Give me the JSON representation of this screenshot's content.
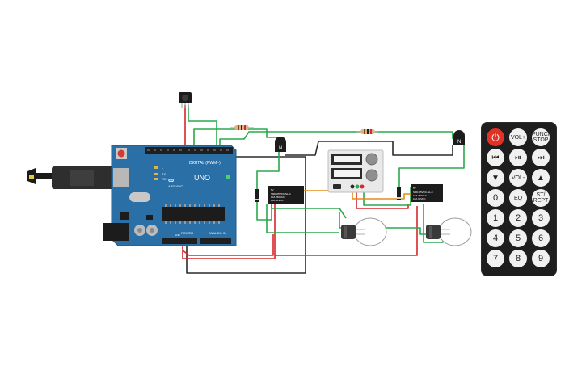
{
  "arduino": {
    "board_name": "UNO",
    "brand": "ARDUINO",
    "header_digital": "DIGITAL (PWM~)",
    "header_power": "POWER",
    "header_analog": "ANALOG IN",
    "led_tx": "TX",
    "led_rx": "RX",
    "led_l": "L",
    "aref": "AREF",
    "gnd": "GND"
  },
  "transistor_label": "N",
  "relay_text": [
    "5V",
    "SRD-05VDC-SL-C",
    "10A 250VAC",
    "10A 30VDC"
  ],
  "remote": {
    "buttons": [
      {
        "label": "⏻",
        "kind": "power"
      },
      {
        "label": "VOL+",
        "kind": "text"
      },
      {
        "label": "FUNC/ STOP",
        "kind": "text"
      },
      {
        "label": "⏮",
        "kind": "sym"
      },
      {
        "label": "⏯",
        "kind": "sym"
      },
      {
        "label": "⏭",
        "kind": "sym"
      },
      {
        "label": "▼",
        "kind": "sym"
      },
      {
        "label": "VOL-",
        "kind": "text"
      },
      {
        "label": "▲",
        "kind": "sym"
      },
      {
        "label": "0",
        "kind": "num"
      },
      {
        "label": "EQ",
        "kind": "text"
      },
      {
        "label": "ST/ REPT",
        "kind": "text"
      },
      {
        "label": "1",
        "kind": "num"
      },
      {
        "label": "2",
        "kind": "num"
      },
      {
        "label": "3",
        "kind": "num"
      },
      {
        "label": "4",
        "kind": "num"
      },
      {
        "label": "5",
        "kind": "num"
      },
      {
        "label": "6",
        "kind": "num"
      },
      {
        "label": "7",
        "kind": "num"
      },
      {
        "label": "8",
        "kind": "num"
      },
      {
        "label": "9",
        "kind": "num"
      }
    ]
  },
  "colors": {
    "board": "#2a6fa6",
    "wire_green": "#2aa84a",
    "wire_red": "#d9262b",
    "wire_black": "#2b2b2b",
    "wire_orange": "#e88a18",
    "remote_body": "#1e1e1e",
    "power_button": "#e23227"
  }
}
